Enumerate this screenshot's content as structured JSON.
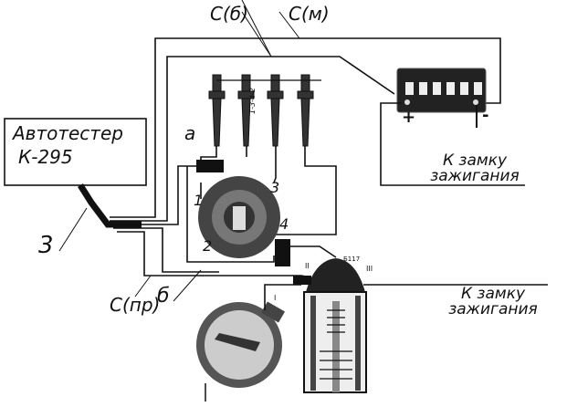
{
  "tester": {
    "title": "Автотестер",
    "model": "К-295"
  },
  "labels": {
    "cable_3": "3",
    "c_b": "С(б)",
    "c_m": "С(м)",
    "c_pr": "С(пр)",
    "a": "а",
    "b": "б",
    "firing_order": "1-3-4-2",
    "cyl_1": "1",
    "cyl_2": "2",
    "cyl_3": "3",
    "cyl_4": "4",
    "coil_model": "Б117",
    "coil_term_2": "II",
    "coil_term_3": "III",
    "breaker_term_1": "I",
    "plus": "+",
    "minus": "-",
    "to_ignition_1": "К замку зажигания",
    "to_ignition_2": "К замку зажигания"
  }
}
